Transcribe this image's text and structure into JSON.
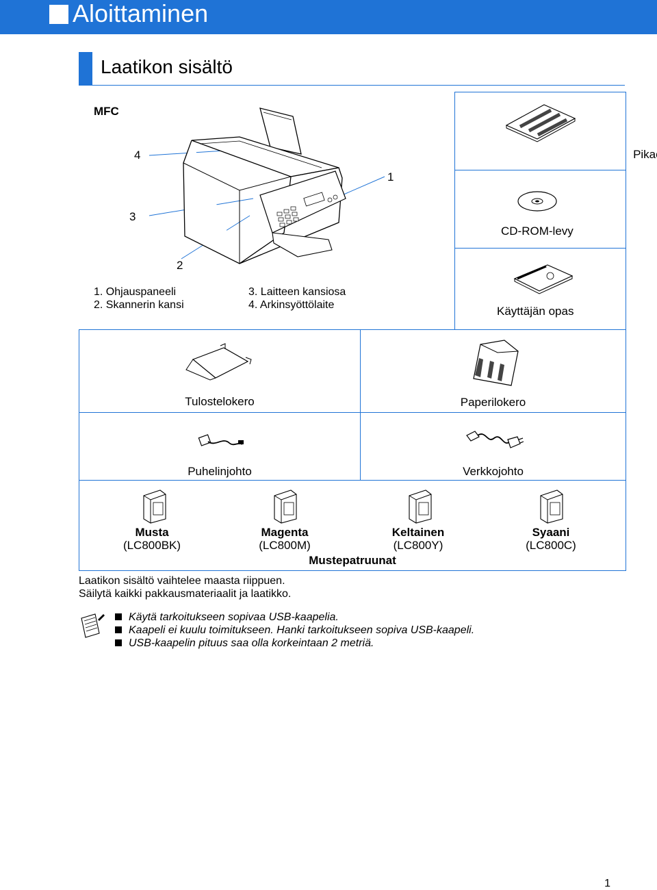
{
  "header": {
    "title": "Aloittaminen"
  },
  "section": {
    "title": "Laatikon sisältö"
  },
  "mfc": {
    "label": "MFC",
    "callouts": [
      "1",
      "2",
      "3",
      "4"
    ],
    "legend": [
      "1. Ohjauspaneeli",
      "2. Skannerin kansi",
      "3. Laitteen kansiosa",
      "4. Arkinsyöttölaite"
    ]
  },
  "items": {
    "pikaopas": "Pikaopas",
    "cdrom": "CD-ROM-levy",
    "manual": "Käyttäjän opas",
    "tulostelokero": "Tulostelokero",
    "paperilokero": "Paperilokero",
    "puhelinjohto": "Puhelinjohto",
    "verkkojohto": "Verkkojohto"
  },
  "cartridges": {
    "group_label": "Mustepatruunat",
    "list": [
      {
        "name": "Musta",
        "code": "(LC800BK)"
      },
      {
        "name": "Magenta",
        "code": "(LC800M)"
      },
      {
        "name": "Keltainen",
        "code": "(LC800Y)"
      },
      {
        "name": "Syaani",
        "code": "(LC800C)"
      }
    ]
  },
  "notes": {
    "line1": "Laatikon sisältö vaihtelee maasta riippuen.",
    "line2": "Säilytä kaikki pakkausmateriaalit ja laatikko.",
    "bullets": [
      "Käytä tarkoitukseen sopivaa USB-kaapelia.",
      "Kaapeli ei kuulu toimitukseen. Hanki tarkoitukseen sopiva USB-kaapeli.",
      "USB-kaapelin pituus saa olla korkeintaan 2 metriä."
    ]
  },
  "page_number": "1",
  "colors": {
    "accent": "#1f73d6"
  }
}
